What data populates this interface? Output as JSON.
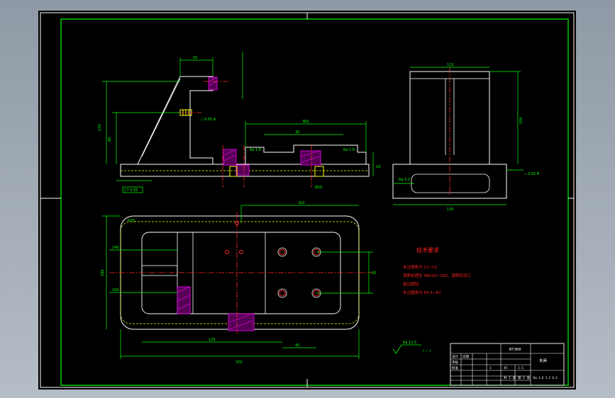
{
  "colors": {
    "background": "#000000",
    "frame_outer": "#ffffff",
    "frame_inner": "#00ff00",
    "part_outline": "#ffffff",
    "dimension": "#00ff00",
    "centerline": "#ff2b2b",
    "hatch": "#ff00ff",
    "hidden_line": "#ffff00",
    "notes": "#ff2020",
    "title_text": "#ffffff"
  },
  "icons": [
    "roughness-symbol-icon",
    "section-hatch-icon",
    "tapped-hole-icon"
  ],
  "technical_requirements": {
    "heading": "技术要求",
    "items": [
      "未注倒角为 C1~C2",
      "调质处理至 HB220~250，调质后加工",
      "锐边倒钝",
      "未注圆角为 R0.5~R1"
    ]
  },
  "callouts": {
    "datum_a": "⊥ 0.05 A",
    "datum_b": "⊥ 0.02 B",
    "datum_c": "C7 0.05"
  },
  "roughness": {
    "general": "Ra 12.5",
    "general_other": "( ✓ )",
    "r1": "Ra 1.6",
    "r2": "Ra 1.6",
    "r3": "Ra 3.2"
  },
  "title_block": {
    "drawing_no": "BT300",
    "part_name": "夹具",
    "material": "45",
    "scale": "1:1",
    "sheet": "共 1 张",
    "sheet_of": "第 1 张",
    "design": "设计",
    "check": "审核",
    "approve": "批准",
    "date": "日期",
    "qty": "1",
    "remark": "Ra 1.6 3.2 6.3"
  },
  "dimensions": {
    "front_overall": "360",
    "front_height": "120",
    "front_top_width": "50",
    "front_step": "80",
    "front_thick": "30",
    "front_r": "18",
    "hole_dia": "Ø10",
    "side_width": "110",
    "side_height": "100",
    "side_base": "130",
    "plan_length": "370",
    "plan_width": "180",
    "plan_inner": "310",
    "plan_hole_pitch": "60",
    "plan_offset": "120",
    "plan_r": "R20",
    "plan_d1": "140",
    "plan_d2": "40",
    "plan_d3": "100"
  }
}
